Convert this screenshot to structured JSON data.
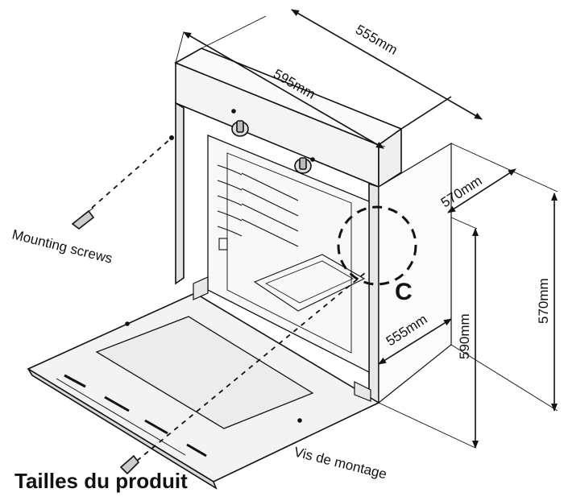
{
  "title": "Tailles du produit",
  "labels": {
    "mounting_screws": "Mounting screws",
    "vis_de_montage": "Vis de montage",
    "detail": "C"
  },
  "dimensions": {
    "top_depth": "555mm",
    "top_width": "595mm",
    "cavity_depth": "570mm",
    "right_height": "570mm",
    "front_height": "590mm",
    "lower_depth": "555mm"
  },
  "colors": {
    "line": "#111111",
    "door_glass": "#eaeaea",
    "body_fill": "#f6f6f6"
  }
}
